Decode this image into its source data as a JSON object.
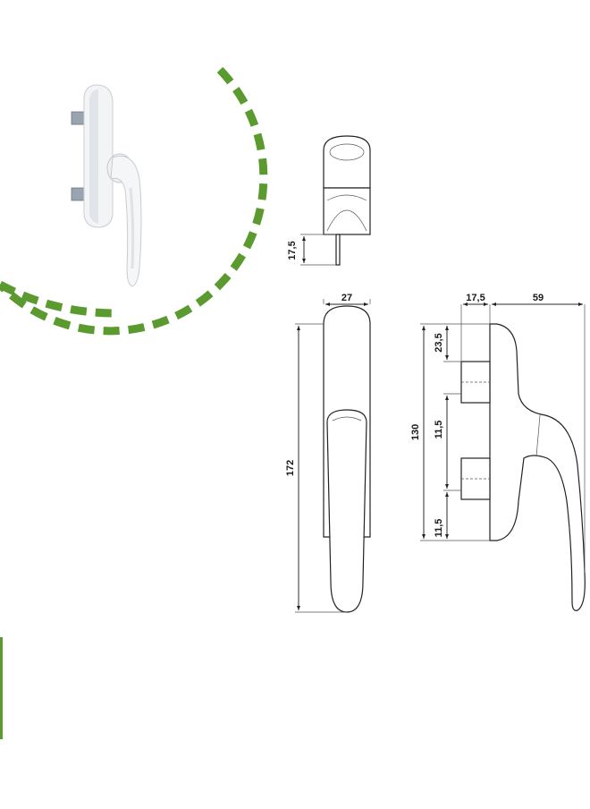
{
  "colors": {
    "accent_green": "#5a9a2e",
    "line": "#2a2a2a",
    "background": "#ffffff"
  },
  "dimensions": {
    "top_view_spindle": "17,5",
    "front_width": "27",
    "front_height": "172",
    "side_base_depth": "17,5",
    "side_lever_reach": "59",
    "side_height": "130",
    "side_top_offset": "23,5",
    "side_mid_gap": "11,5",
    "side_bottom_offset": "11,5"
  },
  "images": {
    "product_photo": "white window handle photo"
  }
}
